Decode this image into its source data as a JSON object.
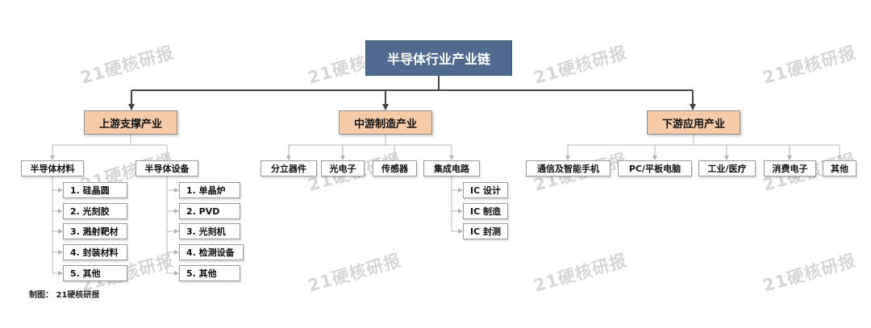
{
  "root": "半导体行业产业链",
  "upstream": {
    "title": "上游支撑产业",
    "materials": {
      "title": "半导体材料",
      "items": [
        "1. 硅晶圆",
        "2. 光刻胶",
        "3. 溅射靶材",
        "4. 封装材料",
        "5. 其他"
      ]
    },
    "equipment": {
      "title": "半导体设备",
      "items": [
        "1. 单晶炉",
        "2. PVD",
        "3. 光刻机",
        "4. 检测设备",
        "5. 其他"
      ]
    }
  },
  "midstream": {
    "title": "中游制造产业",
    "items": [
      "分立器件",
      "光电子",
      "传感器",
      "集成电路"
    ],
    "ic_items": [
      "IC 设计",
      "IC 制造",
      "IC 封测"
    ]
  },
  "downstream": {
    "title": "下游应用产业",
    "items": [
      "通信及智能手机",
      "PC/平板电脑",
      "工业/医疗",
      "消费电子",
      "其他"
    ]
  },
  "caption": "制图： 21硬核研报",
  "watermark": "21硬核研报",
  "colors": {
    "root_fill": "#4f6a8e",
    "category_fill": "#f8cba8",
    "node_fill": "#ffffff",
    "connector": "#444444",
    "watermark": "#d6d6d6"
  }
}
